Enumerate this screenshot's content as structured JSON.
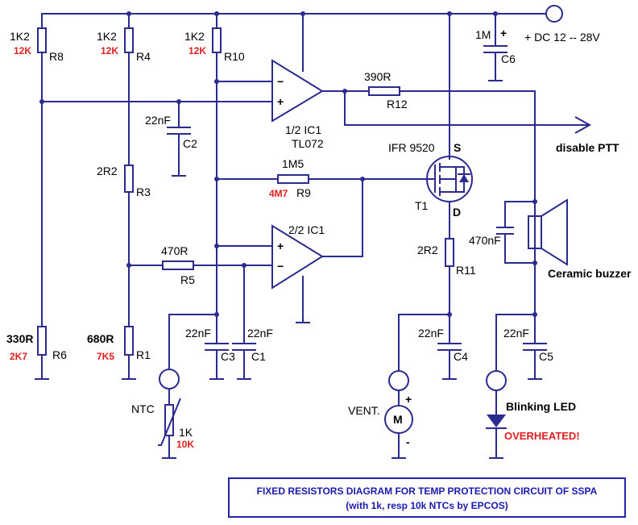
{
  "colors": {
    "wire": "#2b2b8f",
    "alt_value": "#e02020",
    "caption": "#1a1ab0"
  },
  "supply": {
    "label": "+ DC  12 -- 28V"
  },
  "components": {
    "R8": {
      "ref": "R8",
      "value": "1K2",
      "alt": "12K"
    },
    "R4": {
      "ref": "R4",
      "value": "1K2",
      "alt": "12K"
    },
    "R10": {
      "ref": "R10",
      "value": "1K2",
      "alt": "12K"
    },
    "C6": {
      "ref": "C6",
      "value": "1M"
    },
    "R12": {
      "ref": "R12",
      "value": "390R"
    },
    "C2": {
      "ref": "C2",
      "value": "22nF"
    },
    "R3": {
      "ref": "R3",
      "value": "2R2"
    },
    "R9": {
      "ref": "R9",
      "value": "1M5",
      "alt": "4M7"
    },
    "R5": {
      "ref": "R5",
      "value": "470R"
    },
    "R6": {
      "ref": "R6",
      "value": "330R",
      "alt": "2K7"
    },
    "R1": {
      "ref": "R1",
      "value": "680R",
      "alt": "7K5"
    },
    "C3": {
      "ref": "C3",
      "value": "22nF"
    },
    "C1": {
      "ref": "C1",
      "value": "22nF"
    },
    "R11": {
      "ref": "R11",
      "value": "2R2"
    },
    "C4": {
      "ref": "C4",
      "value": "22nF"
    },
    "C5": {
      "ref": "C5",
      "value": "22nF"
    },
    "Cbuz": {
      "value": "470nF"
    },
    "NTC": {
      "ref": "NTC",
      "value": "1K",
      "alt": "10K"
    },
    "IC1a": {
      "name": "1/2 IC1",
      "part": "TL072"
    },
    "IC1b": {
      "name": "2/2 IC1"
    },
    "T1": {
      "ref": "T1",
      "part": "IFR 9520",
      "source": "S",
      "drain": "D"
    }
  },
  "labels": {
    "disable_ptt": "disable PTT",
    "buzzer": "Ceramic buzzer",
    "vent": "VENT.",
    "motor": "M",
    "plus": "+",
    "minus": "-",
    "led": "Blinking LED",
    "overheated": "OVERHEATED!"
  },
  "caption": {
    "line1": "FIXED RESISTORS DIAGRAM FOR TEMP PROTECTION CIRCUIT OF SSPA",
    "line2": "(with 1k, resp 10k NTCs by EPCOS)"
  }
}
